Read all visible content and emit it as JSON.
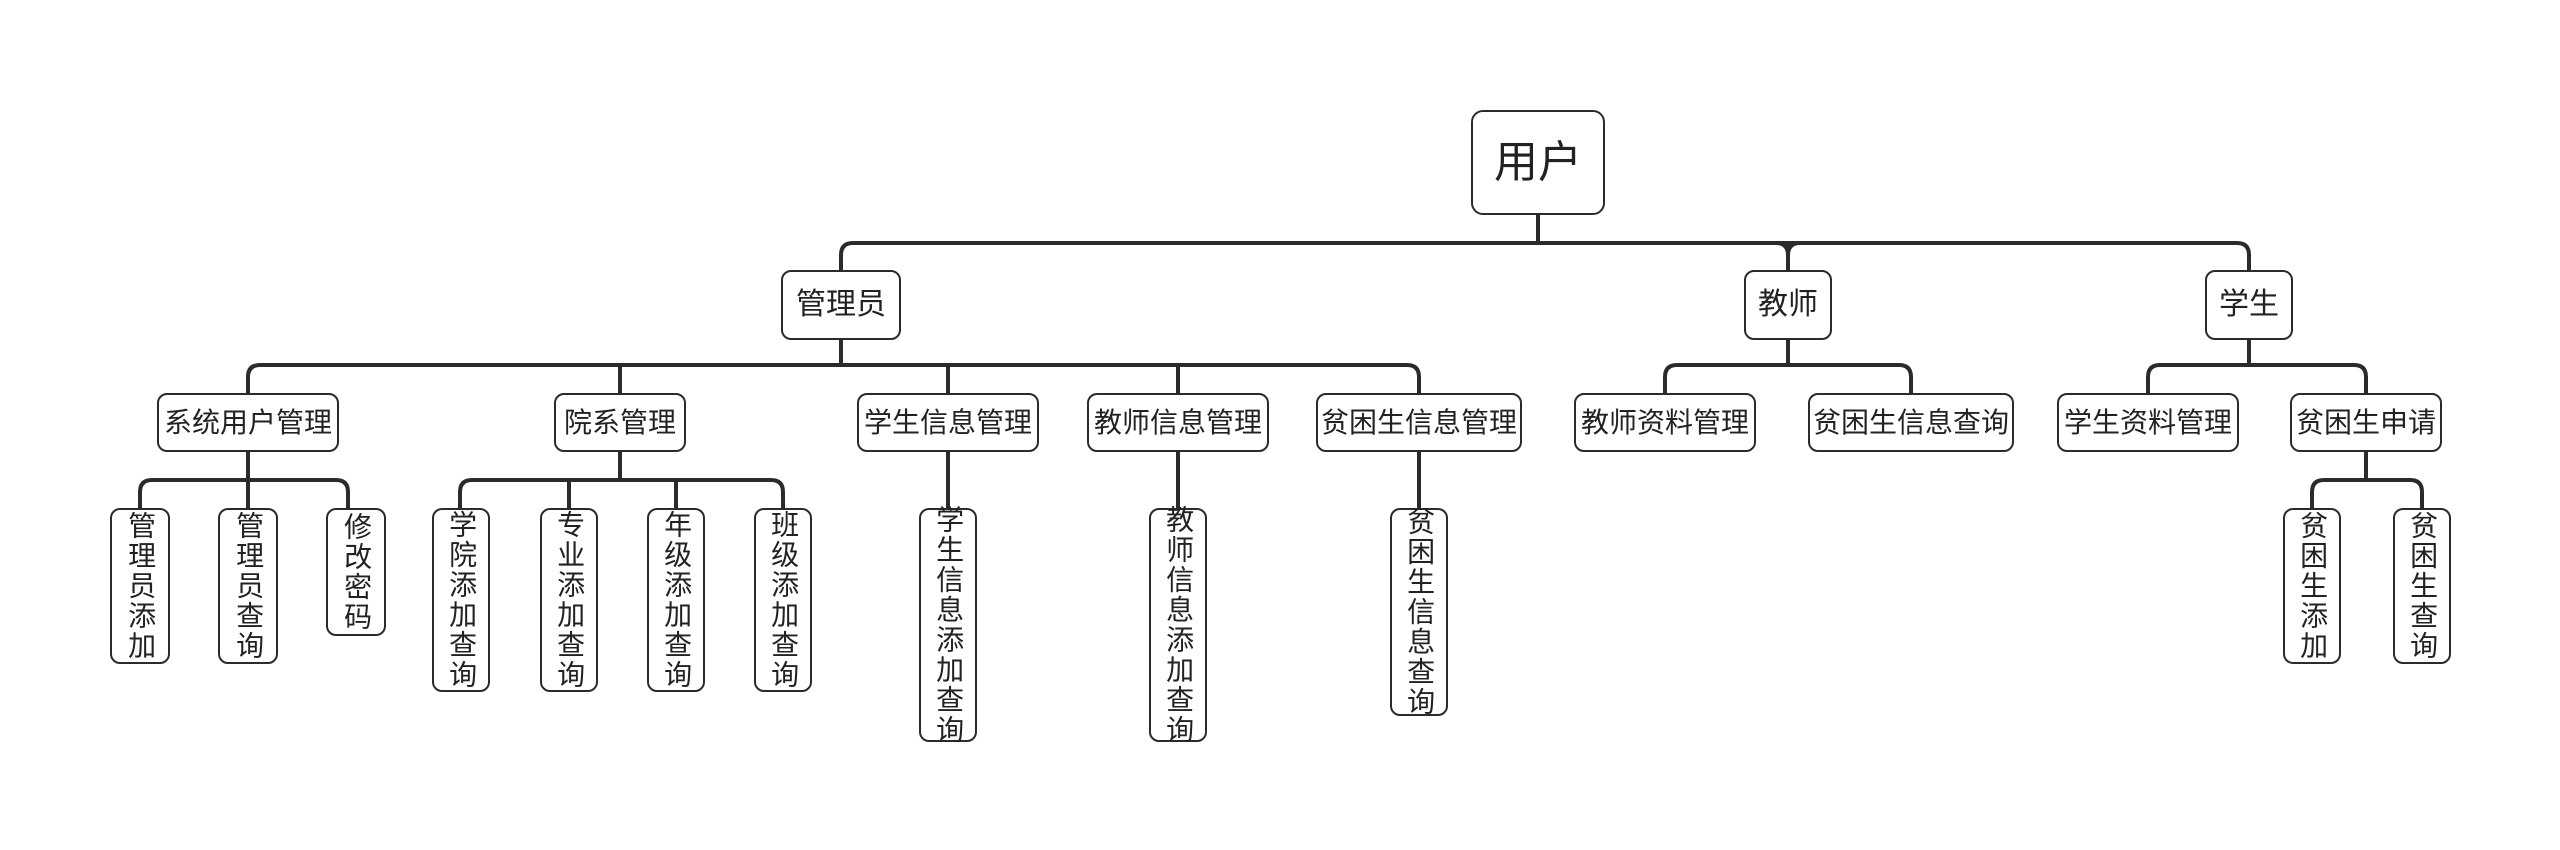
{
  "tree": {
    "root": "用户",
    "roles": {
      "admin": {
        "label": "管理员",
        "modules": {
          "sys_user": {
            "label": "系统用户管理",
            "items": [
              "管理员添加",
              "管理员查询",
              "修改密码"
            ]
          },
          "college": {
            "label": "院系管理",
            "items": [
              "学院添加查询",
              "专业添加查询",
              "年级添加查询",
              "班级添加查询"
            ]
          },
          "student_info": {
            "label": "学生信息管理",
            "items": [
              "学生信息添加查询"
            ]
          },
          "teacher_info": {
            "label": "教师信息管理",
            "items": [
              "教师信息添加查询"
            ]
          },
          "poor_info": {
            "label": "贫困生信息管理",
            "items": [
              "贫困生信息查询"
            ]
          }
        }
      },
      "teacher": {
        "label": "教师",
        "modules": {
          "profile": {
            "label": "教师资料管理"
          },
          "poor_query": {
            "label": "贫困生信息查询"
          }
        }
      },
      "student": {
        "label": "学生",
        "modules": {
          "profile": {
            "label": "学生资料管理"
          },
          "apply": {
            "label": "贫困生申请",
            "items": [
              "贫困生添加",
              "贫困生查询"
            ]
          }
        }
      }
    }
  }
}
